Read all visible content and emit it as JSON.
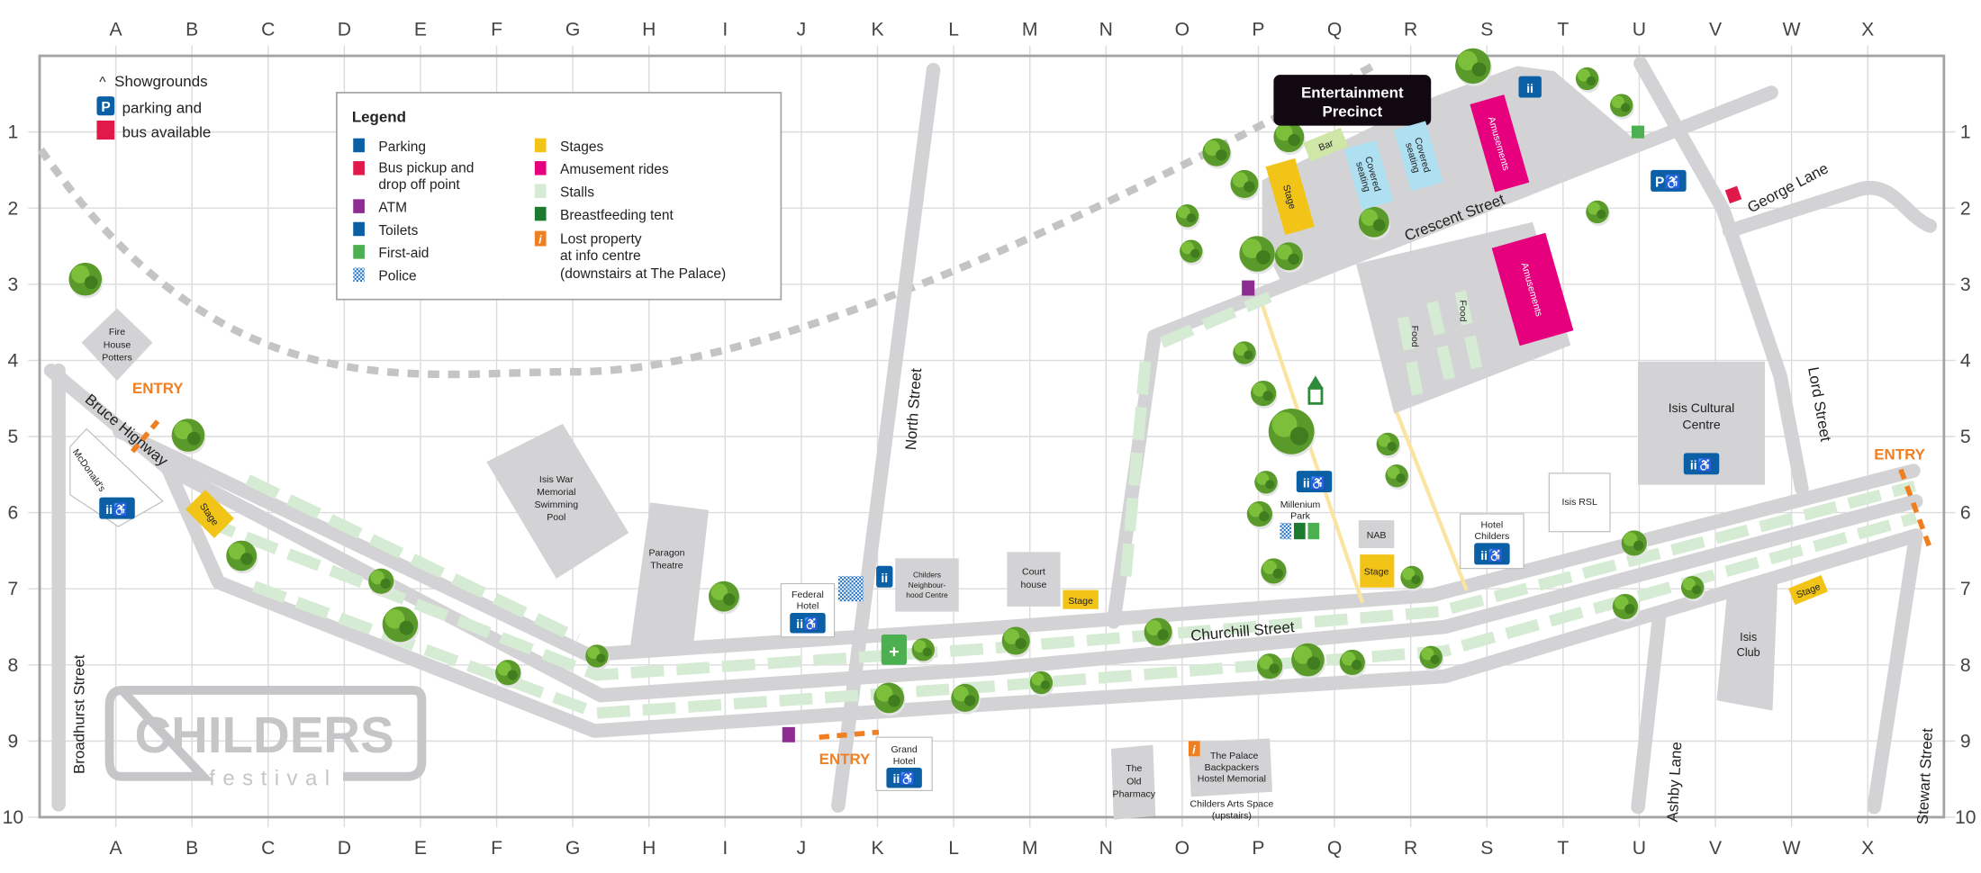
{
  "grid": {
    "columns": [
      "A",
      "B",
      "C",
      "D",
      "E",
      "F",
      "G",
      "H",
      "I",
      "J",
      "K",
      "L",
      "M",
      "N",
      "O",
      "P",
      "Q",
      "R",
      "S",
      "T",
      "U",
      "V",
      "W",
      "X"
    ],
    "rows": [
      "1",
      "2",
      "3",
      "4",
      "5",
      "6",
      "7",
      "8",
      "9",
      "10"
    ]
  },
  "showgrounds": {
    "label": "Showgrounds",
    "parking": "parking and",
    "bus": "bus available"
  },
  "legend": {
    "title": "Legend",
    "left": [
      {
        "label": "Parking",
        "icon": "parking-icon",
        "color": "#0b5fa5"
      },
      {
        "label": "Bus pickup and",
        "label2": "drop off point",
        "icon": "bus-stop-icon",
        "color": "#e0194a"
      },
      {
        "label": "ATM",
        "icon": "atm-icon",
        "color": "#8e2c91"
      },
      {
        "label": "Toilets",
        "icon": "toilets-icon",
        "color": "#0b5fa5"
      },
      {
        "label": "First-aid",
        "icon": "first-aid-icon",
        "color": "#4caf50"
      },
      {
        "label": "Police",
        "icon": "police-icon",
        "color": "#1f6fc0"
      }
    ],
    "right": [
      {
        "label": "Stages",
        "icon": "stage-icon",
        "color": "#f2c418"
      },
      {
        "label": "Amusement rides",
        "icon": "amusement-icon",
        "color": "#e6007e"
      },
      {
        "label": "Stalls",
        "icon": "stall-icon",
        "color": "#d6ebd3"
      },
      {
        "label": "Breastfeeding tent",
        "icon": "breastfeeding-icon",
        "color": "#1e7a2e"
      },
      {
        "label": "Lost property",
        "label2": "at info centre",
        "label3": "(downstairs at The Palace)",
        "icon": "info-icon",
        "color": "#f07f22"
      }
    ]
  },
  "precinct": {
    "line1": "Entertainment",
    "line2": "Precinct"
  },
  "streets": {
    "bruce": "Bruce Highway",
    "north": "North Street",
    "crescent": "Crescent Street",
    "george": "George Lane",
    "lord": "Lord Street",
    "churchill": "Churchill Street",
    "ashby": "Ashby Lane",
    "stewart": "Stewart Street",
    "broadhurst": "Broadhurst Street"
  },
  "places": {
    "fire_house": [
      "Fire",
      "House",
      "Potters"
    ],
    "mcdonalds": "McDonald's",
    "pool": [
      "Isis War",
      "Memorial",
      "Swimming",
      "Pool"
    ],
    "paragon": [
      "Paragon",
      "Theatre"
    ],
    "federal": [
      "Federal",
      "Hotel"
    ],
    "neighbourhood": [
      "Childers",
      "Neighbour-",
      "hood Centre"
    ],
    "court": [
      "Court",
      "house"
    ],
    "grand": [
      "Grand",
      "Hotel"
    ],
    "pharmacy": [
      "The",
      "Old",
      "Pharmacy"
    ],
    "palace": [
      "The Palace",
      "Backpackers",
      "Hostel Memorial"
    ],
    "arts": [
      "Childers Arts Space",
      "(upstairs)"
    ],
    "millenium": [
      "Millenium",
      "Park"
    ],
    "nab": "NAB",
    "hotel_childers": [
      "Hotel",
      "Childers"
    ],
    "rsl": "Isis RSL",
    "cultural": [
      "Isis Cultural",
      "Centre"
    ],
    "isis_club": [
      "Isis",
      "Club"
    ],
    "bar": "Bar",
    "covered": [
      "Covered",
      "seating"
    ],
    "amusements": "Amusements",
    "food": "Food",
    "stage": "Stage"
  },
  "entry": "ENTRY",
  "logo": {
    "main": "CHILDERS",
    "sub": "festival"
  },
  "colors": {
    "road": "#d3d3d5",
    "blue": "#0b5fa5",
    "red": "#e0194a",
    "purple": "#8e2c91",
    "first_aid": "#4caf50",
    "breastfeeding": "#1e7a2e",
    "pink": "#e6007e",
    "yellow": "#f2c418",
    "stall": "#d6ebd3",
    "orange": "#f07f22"
  }
}
